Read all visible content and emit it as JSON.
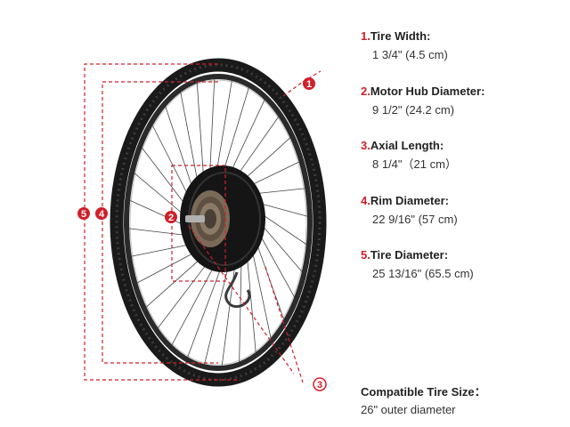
{
  "specs": [
    {
      "num": "1.",
      "label": "Tire Width:",
      "value": "1 3/4\" (4.5 cm)"
    },
    {
      "num": "2.",
      "label": "Motor Hub Diameter:",
      "value": "9 1/2\" (24.2 cm)"
    },
    {
      "num": "3.",
      "label": "Axial Length:",
      "value": "8 1/4\"（21 cm）"
    },
    {
      "num": "4.",
      "label": "Rim Diameter:",
      "value": "22 9/16\" (57 cm)"
    },
    {
      "num": "5.",
      "label": "Tire Diameter:",
      "value": "25 13/16\" (65.5 cm)"
    }
  ],
  "compatible": {
    "title": "Compatible Tire Size：",
    "value": "26\" outer diameter"
  },
  "callouts": {
    "c1": "1",
    "c2": "2",
    "c3": "3",
    "c4": "4",
    "c5": "5"
  },
  "colors": {
    "accent": "#d0202a",
    "tire": "#1a1a1a",
    "rim": "#2a2a2a",
    "hub": "#151515",
    "cassette": "#7a6a58"
  }
}
